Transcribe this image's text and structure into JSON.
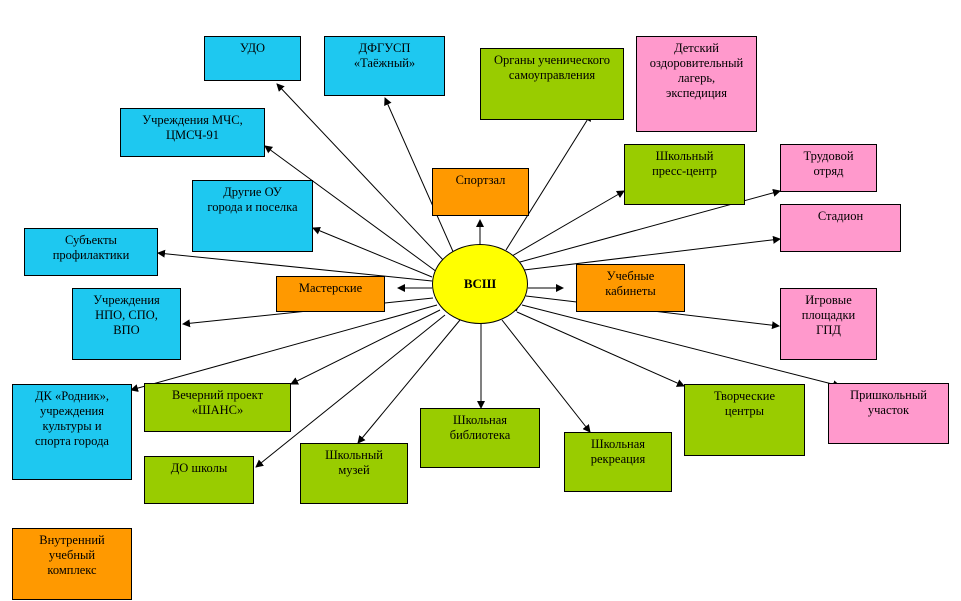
{
  "center": {
    "label": "ВСШ",
    "color": "#ffff00"
  },
  "colors": {
    "blue": "#1ec8f0",
    "green": "#99cc00",
    "pink": "#ff99cc",
    "orange": "#ff9900"
  },
  "nodes": [
    {
      "id": "udo",
      "label": "УДО",
      "color": "blue"
    },
    {
      "id": "dfgusp",
      "label": "ДФГУСП\n«Таёжный»",
      "color": "blue"
    },
    {
      "id": "mchs",
      "label": "Учреждения МЧС,\nЦМСЧ-91",
      "color": "blue"
    },
    {
      "id": "drugie-ou",
      "label": "Другие ОУ\nгорода и поселка",
      "color": "blue"
    },
    {
      "id": "subekty",
      "label": "Субъекты\nпрофилактики",
      "color": "blue"
    },
    {
      "id": "npo",
      "label": "Учреждения\nНПО, СПО,\nВПО",
      "color": "blue"
    },
    {
      "id": "dk-rodnik",
      "label": "ДК «Родник»,\nучреждения\nкультуры и\nспорта города",
      "color": "blue"
    },
    {
      "id": "organy",
      "label": "Органы ученического\nсамоуправления",
      "color": "green"
    },
    {
      "id": "press-centr",
      "label": "Школьный\nпресс-центр",
      "color": "green"
    },
    {
      "id": "vecherniy",
      "label": "Вечерний проект\n«ШАНС»",
      "color": "green"
    },
    {
      "id": "do-shkoly",
      "label": "ДО школы",
      "color": "green"
    },
    {
      "id": "muzey",
      "label": "Школьный\nмузей",
      "color": "green"
    },
    {
      "id": "biblioteka",
      "label": "Школьная\nбиблиотека",
      "color": "green"
    },
    {
      "id": "rekreaciya",
      "label": "Школьная\nрекреация",
      "color": "green"
    },
    {
      "id": "tvorcheskie",
      "label": "Творческие\nцентры",
      "color": "green"
    },
    {
      "id": "lager",
      "label": "Детский\nоздоровительный\nлагерь,\nэкспедиция",
      "color": "pink"
    },
    {
      "id": "trudovoy",
      "label": "Трудовой\nотряд",
      "color": "pink"
    },
    {
      "id": "stadion",
      "label": "Стадион",
      "color": "pink"
    },
    {
      "id": "igrovye",
      "label": "Игровые\nплощадки\nГПД",
      "color": "pink"
    },
    {
      "id": "prishkolny",
      "label": "Пришкольный\nучасток",
      "color": "pink"
    },
    {
      "id": "sportzal",
      "label": "Спортзал",
      "color": "orange"
    },
    {
      "id": "masterskie",
      "label": "Мастерские",
      "color": "orange"
    },
    {
      "id": "uchebnye",
      "label": "Учебные\nкабинеты",
      "color": "orange"
    },
    {
      "id": "vnutrenniy",
      "label": "Внутренний\nучебный\nкомплекс",
      "color": "orange"
    }
  ]
}
